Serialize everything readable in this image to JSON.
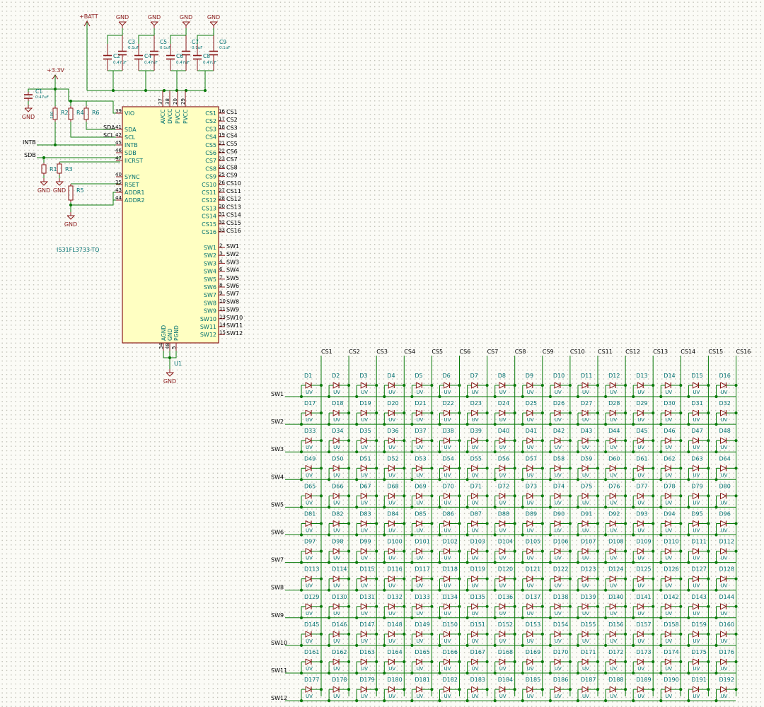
{
  "colors": {
    "wire": "#0a7a0a",
    "junction": "#0a7a0a",
    "component": "#8a1a1a",
    "chip_fill": "#ffffc2",
    "pin": "#8a1a1a",
    "value_text": "#007070",
    "net_text": "#000000",
    "power_text": "#8a1a1a"
  },
  "power": {
    "batt": "+BATT",
    "v33": "+3.3V",
    "gnd": "GND"
  },
  "capacitors": [
    {
      "ref": "C1",
      "value": "0.47uF"
    },
    {
      "ref": "C2",
      "value": "0.47uF"
    },
    {
      "ref": "C3",
      "value": "0.1uF"
    },
    {
      "ref": "C4",
      "value": "0.47uF"
    },
    {
      "ref": "C5",
      "value": "0.1uF"
    },
    {
      "ref": "C6",
      "value": "0.47uF"
    },
    {
      "ref": "C7",
      "value": "0.1uF"
    },
    {
      "ref": "C8",
      "value": "0.47uF"
    },
    {
      "ref": "C9",
      "value": "0.1uF"
    }
  ],
  "resistors": [
    {
      "ref": "R1",
      "value": ""
    },
    {
      "ref": "R2",
      "value": "100"
    },
    {
      "ref": "R3",
      "value": ""
    },
    {
      "ref": "R4",
      "value": ""
    },
    {
      "ref": "R5",
      "value": ""
    },
    {
      "ref": "R6",
      "value": ""
    }
  ],
  "nets": {
    "intb": "INTB",
    "sdb": "SDB",
    "sda": "SDA",
    "scl": "SCL"
  },
  "chip": {
    "ref": "U1",
    "part": "IS31FL3733-TQ",
    "left_pins": [
      {
        "name": "VIO",
        "num": "39"
      },
      {
        "name": "SDA",
        "num": "41"
      },
      {
        "name": "SCL",
        "num": "42"
      },
      {
        "name": "INTB",
        "num": "45"
      },
      {
        "name": "SDB",
        "num": "46"
      },
      {
        "name": "IICRST",
        "num": "47"
      },
      {
        "name": "SYNC",
        "num": "40"
      },
      {
        "name": "RSET",
        "num": "35"
      },
      {
        "name": "ADDR1",
        "num": "43"
      },
      {
        "name": "ADDR2",
        "num": "44"
      }
    ],
    "top_pins": [
      {
        "name": "AVCC",
        "num": "37"
      },
      {
        "name": "DVCC",
        "num": "38"
      },
      {
        "name": "PVCC",
        "num": "20"
      },
      {
        "name": "PVCC",
        "num": "29"
      }
    ],
    "bottom_pins": [
      {
        "name": "AGND",
        "num": "34"
      },
      {
        "name": "GND",
        "num": "48"
      },
      {
        "name": "PGND",
        "num": "5"
      }
    ],
    "cs_pins": [
      {
        "name": "CS1",
        "num": "16"
      },
      {
        "name": "CS2",
        "num": "17"
      },
      {
        "name": "CS3",
        "num": "18"
      },
      {
        "name": "CS4",
        "num": "19"
      },
      {
        "name": "CS5",
        "num": "21"
      },
      {
        "name": "CS6",
        "num": "22"
      },
      {
        "name": "CS7",
        "num": "23"
      },
      {
        "name": "CS8",
        "num": "24"
      },
      {
        "name": "CS9",
        "num": "25"
      },
      {
        "name": "CS10",
        "num": "26"
      },
      {
        "name": "CS11",
        "num": "27"
      },
      {
        "name": "CS12",
        "num": "28"
      },
      {
        "name": "CS13",
        "num": "30"
      },
      {
        "name": "CS14",
        "num": "31"
      },
      {
        "name": "CS15",
        "num": "32"
      },
      {
        "name": "CS16",
        "num": "33"
      }
    ],
    "sw_pins": [
      {
        "name": "SW1",
        "num": "2"
      },
      {
        "name": "SW2",
        "num": "3"
      },
      {
        "name": "SW3",
        "num": "4"
      },
      {
        "name": "SW4",
        "num": "6"
      },
      {
        "name": "SW5",
        "num": "7"
      },
      {
        "name": "SW6",
        "num": "8"
      },
      {
        "name": "SW7",
        "num": "9"
      },
      {
        "name": "SW8",
        "num": "10"
      },
      {
        "name": "SW9",
        "num": "11"
      },
      {
        "name": "SW10",
        "num": "13"
      },
      {
        "name": "SW11",
        "num": "14"
      },
      {
        "name": "SW12",
        "num": "15"
      }
    ]
  },
  "matrix": {
    "columns": [
      "CS1",
      "CS2",
      "CS3",
      "CS4",
      "CS5",
      "CS6",
      "CS7",
      "CS8",
      "CS9",
      "CS10",
      "CS11",
      "CS12",
      "CS13",
      "CS14",
      "CS15",
      "CS16"
    ],
    "rows": [
      "SW1",
      "SW2",
      "SW3",
      "SW4",
      "SW5",
      "SW6",
      "SW7",
      "SW8",
      "SW9",
      "SW10",
      "SW11",
      "SW12"
    ],
    "led_prefix": "D",
    "led_value": "UV",
    "led_count": 192
  }
}
